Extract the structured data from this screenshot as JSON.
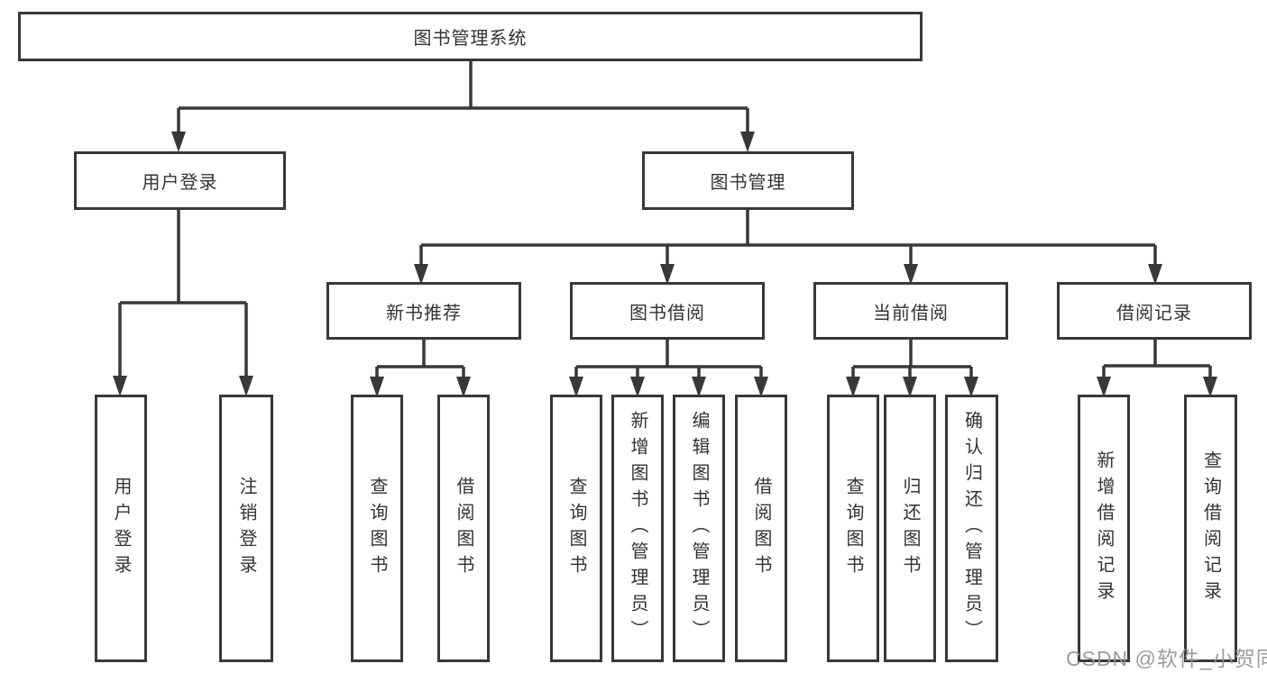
{
  "root": {
    "label": "图书管理系统"
  },
  "branches": {
    "user_login": {
      "label": "用户登录",
      "children": [
        {
          "label": "用户登录"
        },
        {
          "label": "注销登录"
        }
      ]
    },
    "book_mgmt": {
      "label": "图书管理",
      "sections": [
        {
          "label": "新书推荐",
          "children": [
            {
              "label": "查询图书"
            },
            {
              "label": "借阅图书"
            }
          ]
        },
        {
          "label": "图书借阅",
          "children": [
            {
              "label": "查询图书"
            },
            {
              "label": "新增图书（管理员）"
            },
            {
              "label": "编辑图书（管理员）"
            },
            {
              "label": "借阅图书"
            }
          ]
        },
        {
          "label": "当前借阅",
          "children": [
            {
              "label": "查询图书"
            },
            {
              "label": "归还图书"
            },
            {
              "label": "确认归还（管理员）"
            }
          ]
        },
        {
          "label": "借阅记录",
          "children": [
            {
              "label": "新增借阅记录"
            },
            {
              "label": "查询借阅记录"
            }
          ]
        }
      ]
    }
  },
  "watermark": {
    "text": "CSDN @软件_小贺同学"
  },
  "colors": {
    "line": "#383838",
    "text": "#333333",
    "background": "#ffffff",
    "watermark": "#999999"
  }
}
